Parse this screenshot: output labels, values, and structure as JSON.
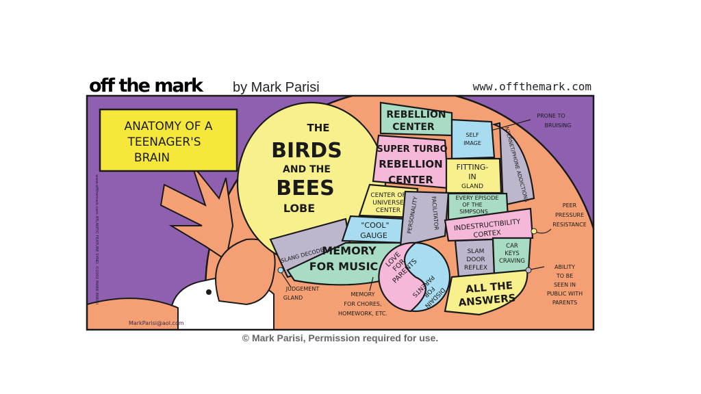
{
  "header": {
    "logo": "off the mark",
    "byline": "by Mark Parisi",
    "website": "www.offthemark.com"
  },
  "comic": {
    "caption": [
      "ANATOMY OF A",
      "TEENAGER'S",
      "BRAIN"
    ],
    "regions": {
      "birds_bees": [
        "THE",
        "BIRDS",
        "AND THE",
        "BEES",
        "LOBE"
      ],
      "rebellion": [
        "REBELLION",
        "CENTER"
      ],
      "super_turbo": [
        "SUPER TURBO",
        "REBELLION",
        "CENTER"
      ],
      "self_image": [
        "SELF",
        "IMAGE"
      ],
      "fitting_in": [
        "FITTING-",
        "IN",
        "GLAND"
      ],
      "internet": "INTERNET/PHONE ADDICTIONS",
      "center_universe": [
        "CENTER OF",
        "UNIVERSE",
        "CENTER"
      ],
      "cool_gauge": [
        "\"COOL\"",
        "GAUGE"
      ],
      "personality": "PERSONALITY",
      "facilitator": "FACILITATOR",
      "simpsons": [
        "EVERY EPISODE",
        "OF THE",
        "SIMPSONS"
      ],
      "indestructibility": [
        "INDESTRUCTIBILITY",
        "CORTEX"
      ],
      "slang": "SLANG DECODER",
      "memory_music": [
        "MEMORY",
        "FOR MUSIC"
      ],
      "love": [
        "LOVE",
        "FOR",
        "PARENTS"
      ],
      "disdain": [
        "DISDAIN",
        "FOR",
        "PARENTS"
      ],
      "slam_door": [
        "SLAM",
        "DOOR",
        "REFLEX"
      ],
      "car_keys": [
        "CAR",
        "KEYS",
        "CRAVING"
      ],
      "all_answers": [
        "ALL THE",
        "ANSWERS"
      ]
    },
    "callouts": {
      "bruising": [
        "PRONE TO",
        "BRUISING"
      ],
      "peer": [
        "PEER",
        "PRESSURE",
        "RESISTANCE"
      ],
      "ability": [
        "ABILITY",
        "TO BE",
        "SEEN IN",
        "PUBLIC WITH",
        "PARENTS"
      ],
      "judgement": [
        "JUDGEMENT",
        "GLAND"
      ],
      "chores": [
        "MEMORY",
        "FOR CHORES,",
        "HOMEWORK, ETC."
      ]
    },
    "side_credit": "www.offthemark.com ATLANTIC FEATURE SYND. ©2002 MARK PARISI",
    "email": "MarkParisi@aol.com"
  },
  "footer": {
    "copyright": "© Mark Parisi, Permission required for use."
  },
  "colors": {
    "purple": "#8f5fb0",
    "orange": "#f4a074",
    "yellow": "#f8f08c",
    "teal": "#a8dcc4",
    "pink": "#f6b8d8",
    "blue": "#a8dcf0",
    "grey": "#bdb6cc",
    "caption_yellow": "#f6e83a"
  }
}
